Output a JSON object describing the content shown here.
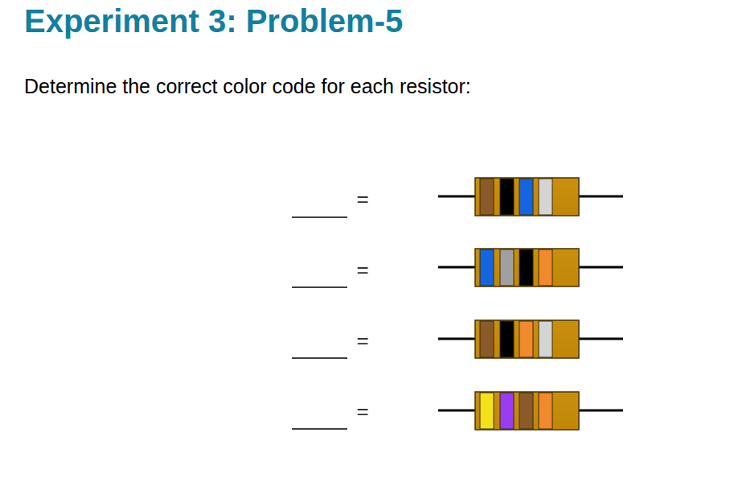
{
  "diagram": {
    "title": "Experiment 3: Problem-5",
    "labels": [
      "Determine the correct color code for each resistor:",
      "=",
      "=",
      "=",
      "="
    ]
  }
}
